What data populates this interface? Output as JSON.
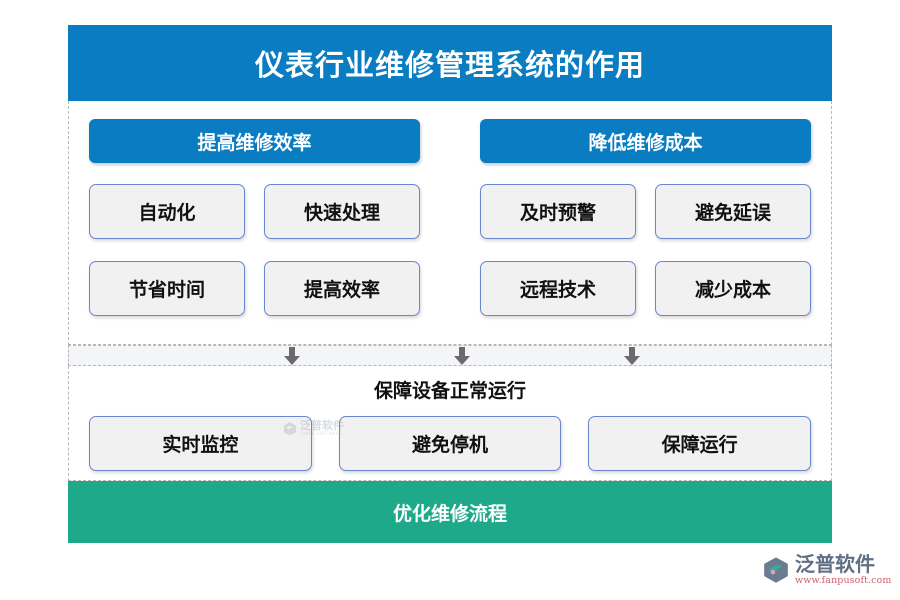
{
  "header": {
    "title": "仪表行业维修管理系统的作用",
    "bg_color": "#0a7dc2",
    "text_color": "#ffffff"
  },
  "columns": [
    {
      "header_label": "提高维修效率",
      "items": [
        "自动化",
        "快速处理",
        "节省时间",
        "提高效率"
      ]
    },
    {
      "header_label": "降低维修成本",
      "items": [
        "及时预警",
        "避免延误",
        "远程技术",
        "减少成本"
      ]
    }
  ],
  "arrows": {
    "icon": "arrow-down-icon",
    "count": 3,
    "color": "#6b6b6b"
  },
  "middle": {
    "heading": "保障设备正常运行",
    "items": [
      "实时监控",
      "避免停机",
      "保障运行"
    ]
  },
  "footer": {
    "label": "优化维修流程",
    "bg_color": "#1fa98b",
    "text_color": "#ffffff"
  },
  "watermark": {
    "cn": "泛普软件",
    "en": "FANPU SOFTWARE"
  },
  "brand": {
    "name": "泛普软件",
    "url": "www.fanpusoft.com",
    "name_color": "#5f6f86",
    "url_color": "#d0606e"
  },
  "theme": {
    "accent_blue": "#0a7dc2",
    "accent_green": "#1fa98b",
    "box_fill": "#f1f1f1",
    "box_border": "#6a86cc",
    "dash_border": "#b7b7b7",
    "band_fill": "#f4f5f9"
  }
}
